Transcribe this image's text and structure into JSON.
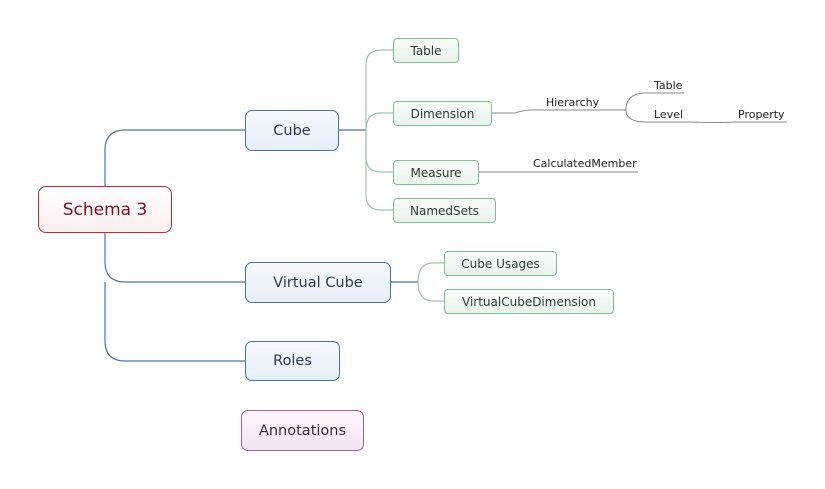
{
  "root": {
    "label": "Schema 3"
  },
  "main": [
    {
      "label": "Cube"
    },
    {
      "label": "Virtual Cube"
    },
    {
      "label": "Roles"
    }
  ],
  "cube_children": [
    {
      "label": "Table"
    },
    {
      "label": "Dimension"
    },
    {
      "label": "Measure"
    },
    {
      "label": "NamedSets"
    }
  ],
  "dimension_branch": {
    "hierarchy": "Hierarchy",
    "table": "Table",
    "level": "Level",
    "property": "Property"
  },
  "measure_branch": {
    "calculated_member": "CalculatedMember"
  },
  "virtual_cube_children": [
    {
      "label": "Cube Usages"
    },
    {
      "label": "VirtualCubeDimension"
    }
  ],
  "floating": {
    "label": "Annotations"
  },
  "colors": {
    "root_border": "#c0283a",
    "main_border": "#4a73a8",
    "sub_border": "#7fbf94",
    "annotation_border": "#a7609e",
    "main_link": "#4a73a8",
    "sub_link": "#9cc5aa",
    "leaf_link": "#8a8a8a"
  }
}
